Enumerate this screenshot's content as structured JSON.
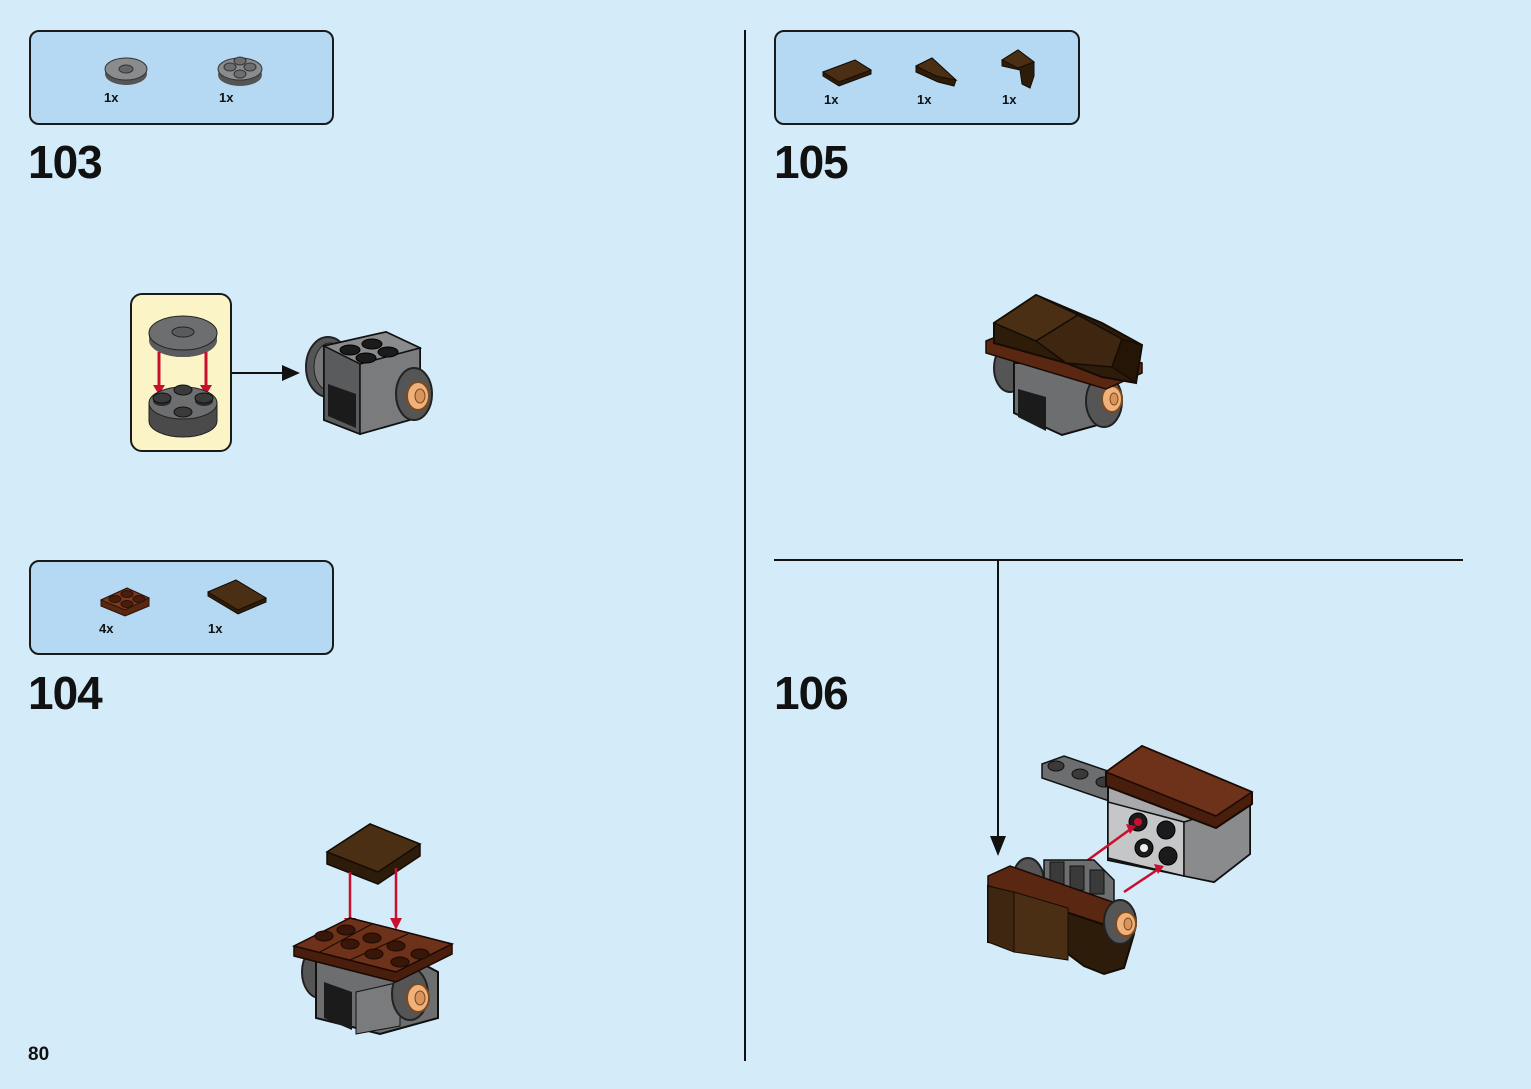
{
  "page": {
    "number": "80"
  },
  "steps": [
    {
      "number": "103",
      "parts": [
        {
          "icon": "gray-round-plate-icon",
          "qty": "1x"
        },
        {
          "icon": "gray-round-brick-icon",
          "qty": "1x"
        }
      ]
    },
    {
      "number": "104",
      "parts": [
        {
          "icon": "brown-jumper-plate-icon",
          "qty": "4x"
        },
        {
          "icon": "dark-brown-tile-icon",
          "qty": "1x"
        }
      ]
    },
    {
      "number": "105",
      "parts": [
        {
          "icon": "dark-brown-tile-icon",
          "qty": "1x"
        },
        {
          "icon": "dark-brown-wedge-left-icon",
          "qty": "1x"
        },
        {
          "icon": "dark-brown-wedge-right-icon",
          "qty": "1x"
        }
      ]
    },
    {
      "number": "106",
      "parts": []
    }
  ],
  "colors": {
    "background": "#d4ecfa",
    "parts_box": "#b5d9f2",
    "callout": "#fbf4c6",
    "arrow_red": "#c8102e",
    "dark_brown": "#4a2f14",
    "reddish_brown": "#6e3119",
    "gray": "#6d6e70",
    "black": "#1b1b1b",
    "tan": "#f0b27a"
  }
}
